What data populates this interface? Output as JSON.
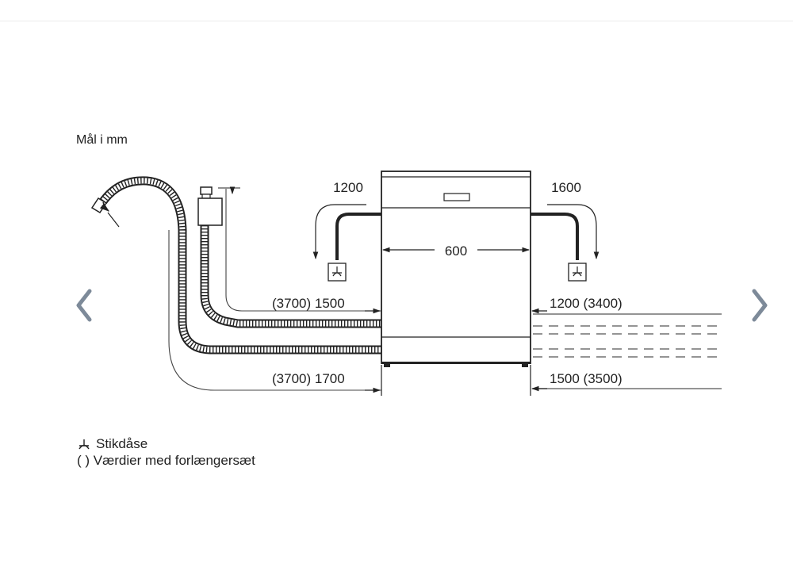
{
  "header": {
    "units_label": "Mål i mm"
  },
  "dimensions": {
    "width": "600",
    "left_cable_height": "1200",
    "right_cable_height": "1600",
    "left_upper_hose": "(3700) 1500",
    "right_upper_hose": "1200 (3400)",
    "left_lower_hose": "(3700) 1700",
    "right_lower_hose": "1500 (3500)"
  },
  "legend": {
    "socket": "Stikdåse",
    "extension": "( ) Værdier med forlængersæt"
  },
  "nav": {
    "prev_icon": "chevron-left-icon",
    "next_icon": "chevron-right-icon"
  },
  "colors": {
    "line": "#222222",
    "chevron": "#7d8a99",
    "dashed": "#666666"
  }
}
